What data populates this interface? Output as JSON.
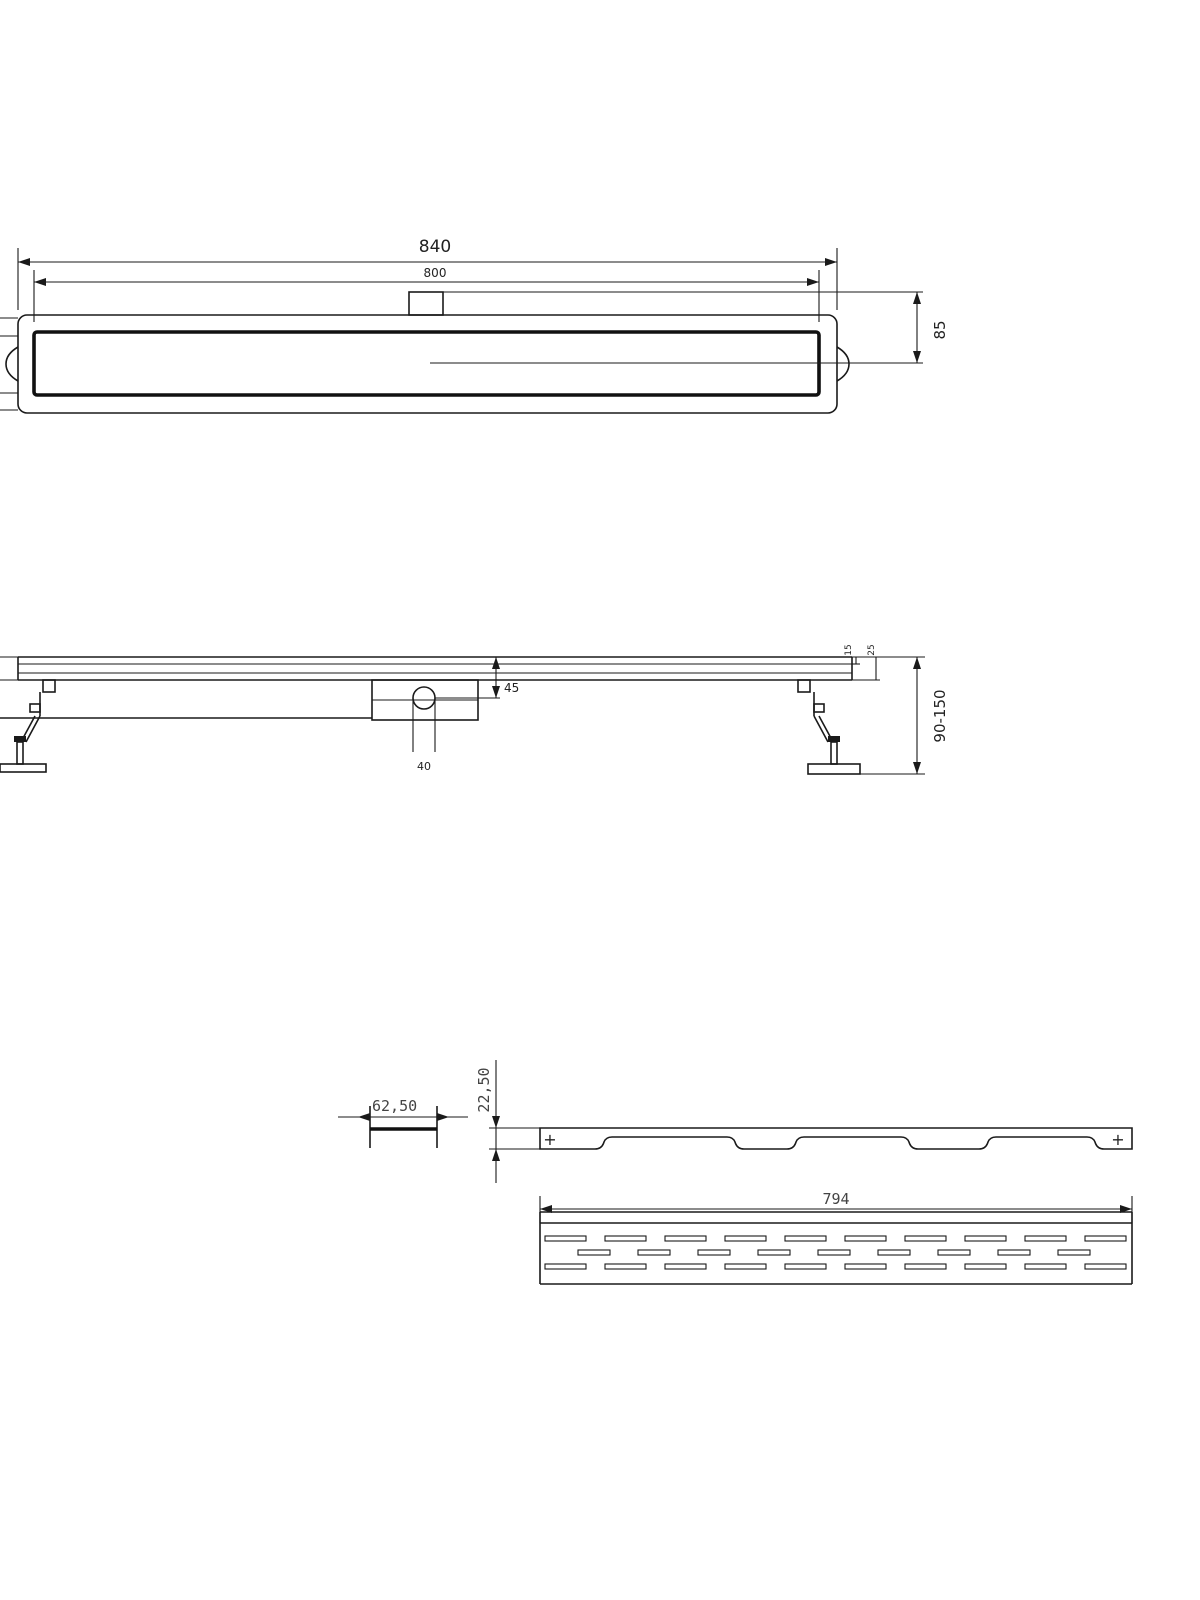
{
  "top_view": {
    "dim_overall": "840",
    "dim_inner": "800",
    "dim_height": "85"
  },
  "side_view": {
    "dim_top_15": "15",
    "dim_top_25": "25",
    "dim_drop": "45",
    "dim_outlet": "40",
    "dim_height_range": "90-150"
  },
  "grate_detail": {
    "dim_section_width": "62,50",
    "dim_section_height": "22,50",
    "dim_length": "794"
  }
}
